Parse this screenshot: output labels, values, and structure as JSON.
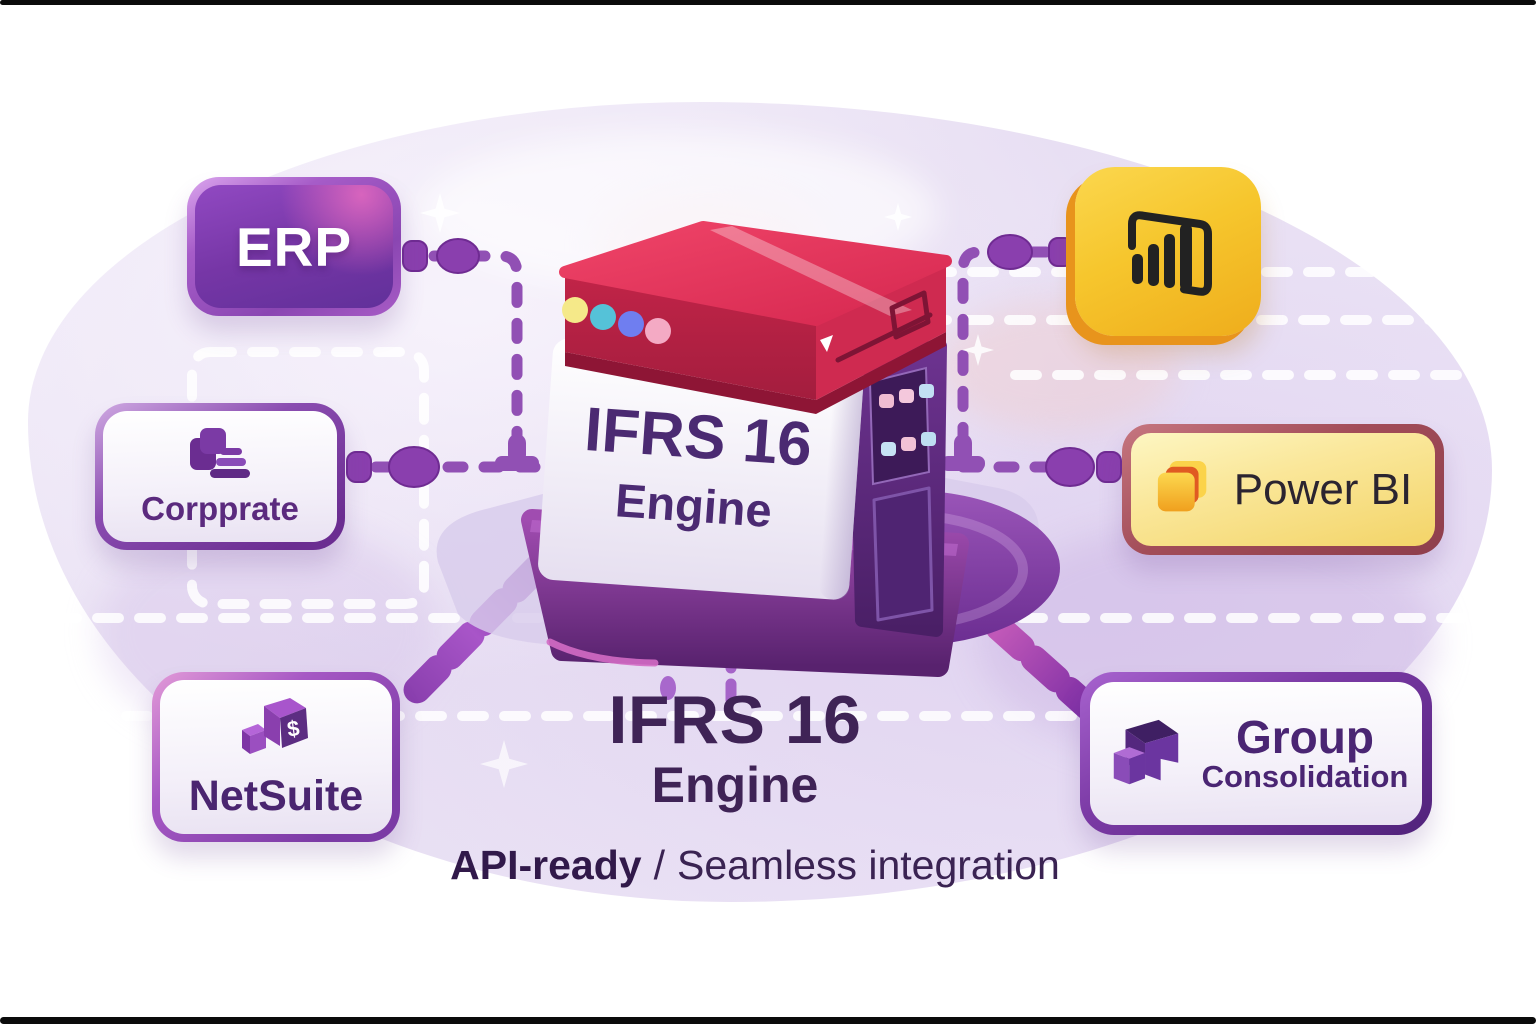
{
  "diagram": {
    "engine_label": {
      "line1": "IFRS 16",
      "line2": "Engine"
    },
    "caption": {
      "line1": "IFRS 16",
      "line2": "Engine"
    },
    "tagline": {
      "bold": "API-ready",
      "separator": "/",
      "regular": "Seamless integration"
    },
    "nodes": {
      "erp": {
        "label": "ERP"
      },
      "corporate": {
        "label": "Corpprate"
      },
      "netsuite": {
        "label": "NetSuite"
      },
      "powerbi": {
        "label": "Power BI"
      },
      "group_consolidation": {
        "line1": "Group",
        "line2": "Consolidation"
      }
    },
    "colors": {
      "accent_purple": "#7b3aa5",
      "dark_purple_text": "#3f2356",
      "engine_red": "#d62850",
      "powerbi_yellow": "#f6c62d",
      "powerbi_border_maroon": "#9c4a52",
      "connector_purple": "#9150b4",
      "background_lavender": "#e9e1f4"
    }
  }
}
